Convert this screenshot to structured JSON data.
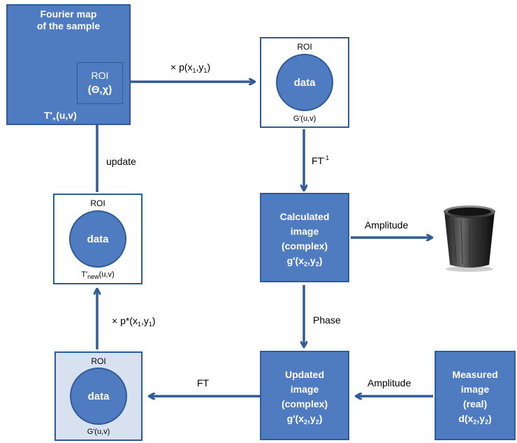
{
  "fourier": {
    "title_line1": "Fourier map",
    "title_line2": "of the sample",
    "roi_label": "ROI",
    "roi_coords": "(Θ,χ)",
    "t_prefix": "T′",
    "t_sub": "+",
    "t_suffix": "(u,v)"
  },
  "top_roi": {
    "roi": "ROI",
    "data": "data",
    "caption": "G′(u,v)"
  },
  "left_roi": {
    "roi": "ROI",
    "data": "data",
    "cap_prefix": "T′",
    "cap_sub": "new",
    "cap_suffix": "(u,v)"
  },
  "bottom_roi": {
    "roi": "ROI",
    "data": "data",
    "caption": "G′(u,v)"
  },
  "calculated": {
    "line1": "Calculated",
    "line2": "image",
    "line3": "(complex)",
    "g_prefix": "g′(x",
    "g_sub1": "2",
    "g_mid": ",y",
    "g_sub2": "2",
    "g_end": ")"
  },
  "updated": {
    "line1": "Updated",
    "line2": "image",
    "line3": "(complex)",
    "g_prefix": "g′(x",
    "g_sub1": "2",
    "g_mid": ",y",
    "g_sub2": "2",
    "g_end": ")"
  },
  "measured": {
    "line1": "Measured",
    "line2": "image",
    "line3": "(real)",
    "d_prefix": "d(x",
    "d_sub1": "2",
    "d_mid": ",y",
    "d_sub2": "2",
    "d_end": ")"
  },
  "labels": {
    "p_prefix": "× p(x",
    "p_sub1": "1",
    "p_mid": ",y",
    "p_sub2": "1",
    "p_end": ")",
    "ft_inv": "FT",
    "ft_inv_sup": "-1",
    "update": "update",
    "amplitude_top": "Amplitude",
    "phase": "Phase",
    "pstar_prefix": "× p*(x",
    "pstar_sub1": "1",
    "pstar_mid": ",y",
    "pstar_sub2": "1",
    "pstar_end": ")",
    "ft": "FT",
    "amplitude_bottom": "Amplitude"
  },
  "colors": {
    "box_fill": "#4f7cc0",
    "box_border": "#2f5b98",
    "arrow": "#2f5b98",
    "pale_fill": "#d7e1f0"
  },
  "icons": {
    "trash": "trash-can-icon"
  }
}
